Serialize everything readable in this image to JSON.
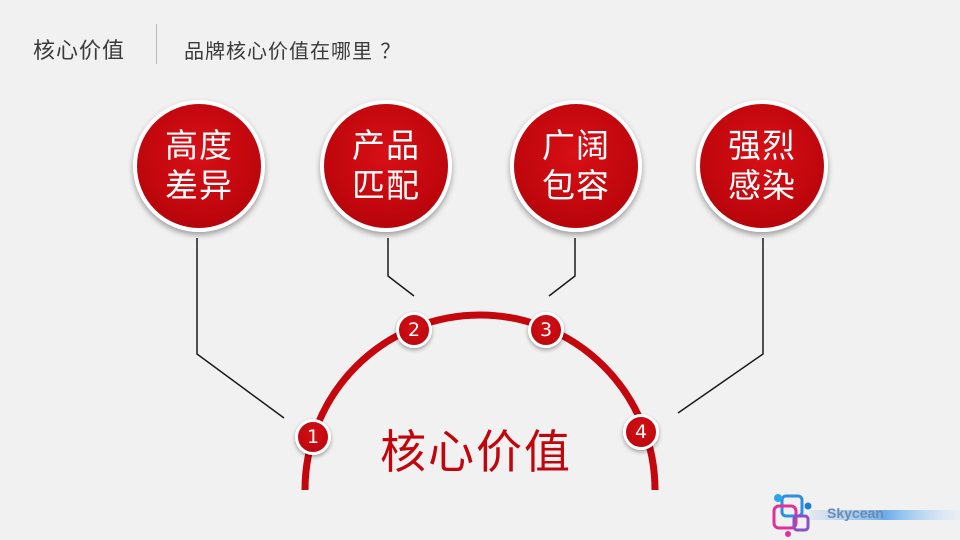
{
  "header": {
    "title": "核心价值",
    "subtitle": "品牌核心价值在哪里 ？"
  },
  "values": [
    {
      "line1": "高度",
      "line2": "差异",
      "number": "1"
    },
    {
      "line1": "产品",
      "line2": "匹配",
      "number": "2"
    },
    {
      "line1": "广阔",
      "line2": "包容",
      "number": "3"
    },
    {
      "line1": "强烈",
      "line2": "感染",
      "number": "4"
    }
  ],
  "core_label": "核心价值",
  "logo": {
    "text": "Skycean",
    "icon": "skycean-logo-icon"
  },
  "colors": {
    "accent": "#c0060c",
    "background": "#f2f1f1",
    "text": "#3a3a3a"
  }
}
